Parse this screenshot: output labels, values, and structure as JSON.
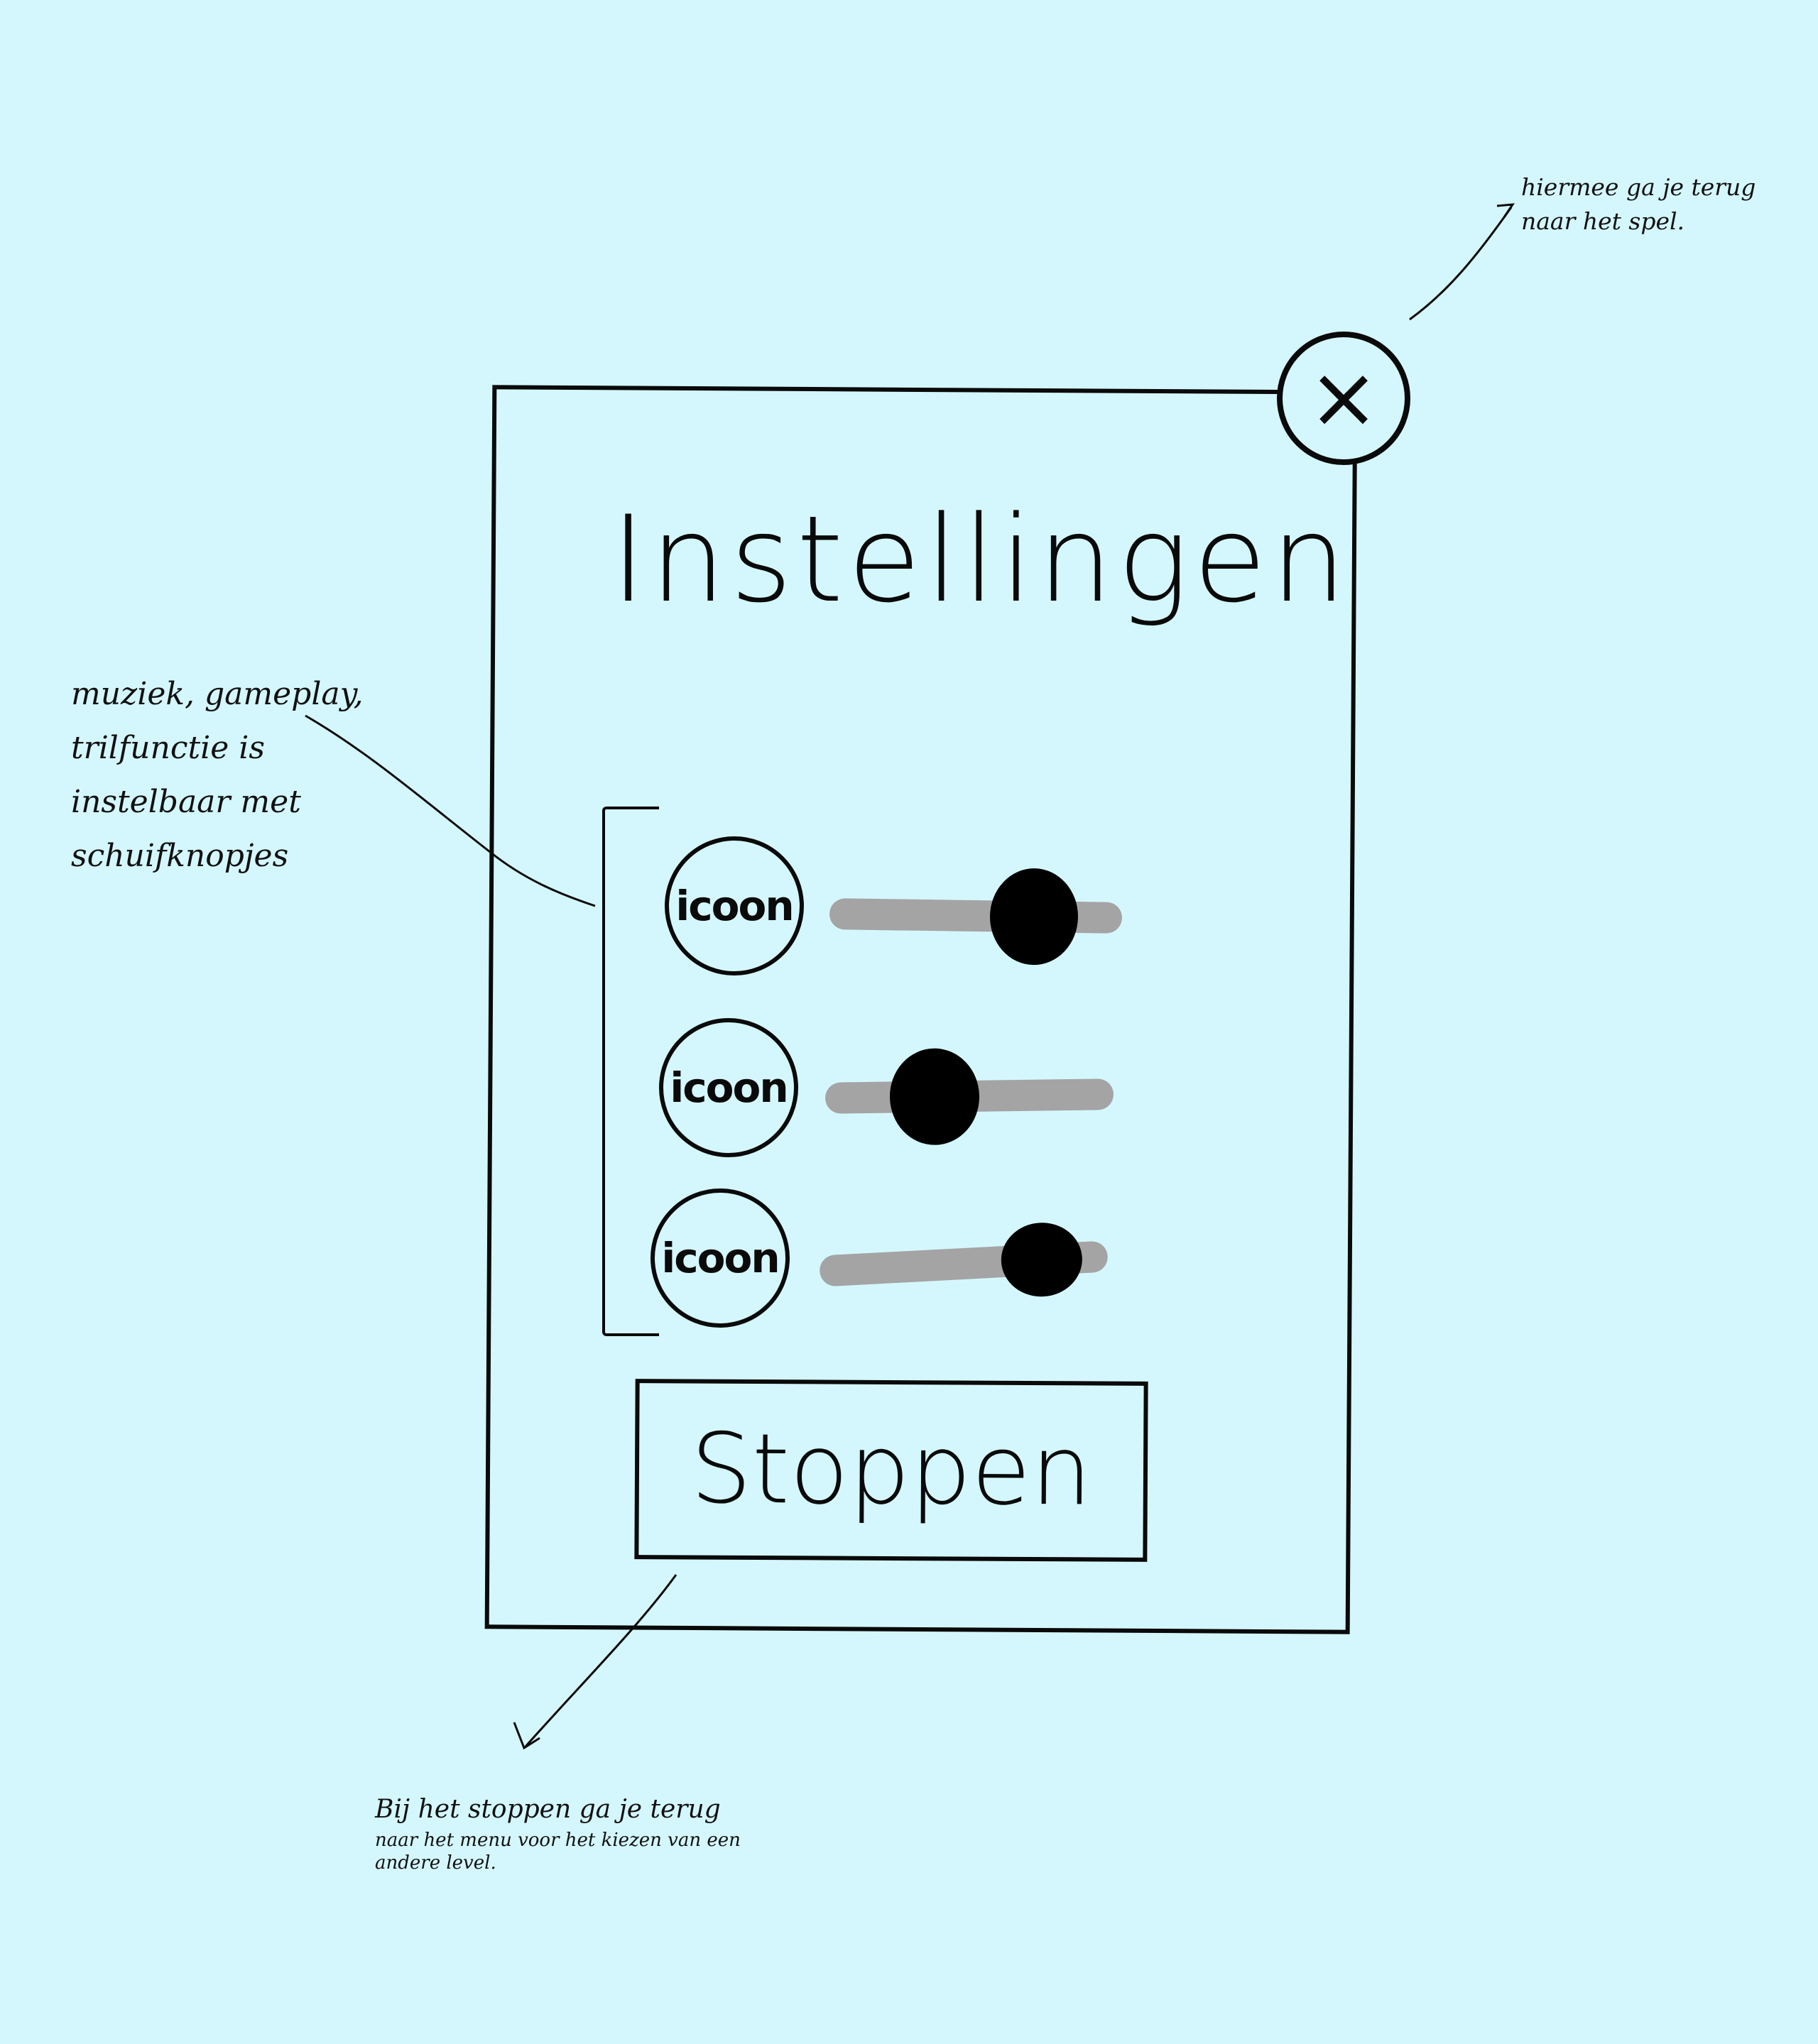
{
  "panel": {
    "title": "Instellingen",
    "close_icon": "×",
    "settings": [
      {
        "icon_label": "icoon",
        "slider_level": 0.7
      },
      {
        "icon_label": "icoon",
        "slider_level": 0.38
      },
      {
        "icon_label": "icoon",
        "slider_level": 0.77
      }
    ],
    "stop_label": "Stoppen"
  },
  "annotations": {
    "close_note": "hiermee ga je terug\nnaar het spel.",
    "sliders_note": "muziek, gameplay,\ntrilfunctie is\ninstelbaar met schuifknopjes",
    "stop_note_line1": "Bij het stoppen ga je terug",
    "stop_note_line2": "naar het menu voor het kiezen van een\nandere level."
  },
  "colors": {
    "background": "#d4f7fd",
    "ink": "#0a0a0a",
    "slider_track": "#a4a4a4",
    "slider_knob": "#000000"
  }
}
